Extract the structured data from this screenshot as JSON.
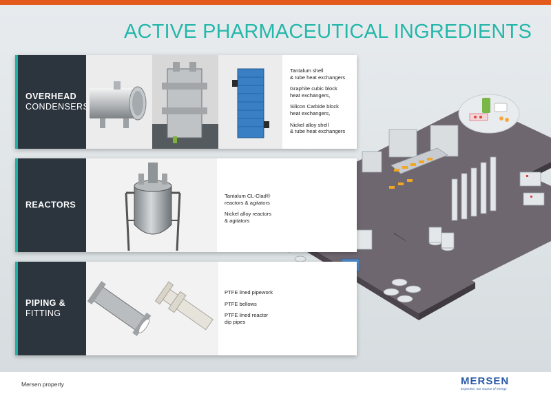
{
  "title": "ACTIVE PHARMACEUTICAL INGREDIENTS",
  "colors": {
    "accent_teal": "#24b7aa",
    "top_bar": "#e35a1c",
    "dark_panel": "#2c353d",
    "brand_blue": "#2a5aa5"
  },
  "sections": [
    {
      "label_bold": "OVERHEAD",
      "label_light": "CONDENSERS",
      "images": [
        "shell-tube-condenser-image",
        "condenser-assembly-image",
        "block-heat-exchanger-image"
      ],
      "items": [
        "Tantalum shell\n& tube heat exchangers",
        "Graphite cubic block\nheat exchangers,",
        "Silicon Carbide block\nheat exchangers,",
        "Nickel alloy shell\n& tube heat exchangers"
      ]
    },
    {
      "label_bold": "REACTORS",
      "label_light": "",
      "images": [
        "reactor-vessel-image"
      ],
      "items": [
        "Tantalum CL-Clad®\nreactors & agitators",
        "Nickel alloy reactors\n& agitators"
      ]
    },
    {
      "label_bold": "PIPING &",
      "label_light": "FITTING",
      "images": [
        "lined-pipe-image",
        "dip-pipe-image"
      ],
      "items": [
        "PTFE lined pipework",
        "PTFE bellows",
        "PTFE lined reactor\ndip pipes"
      ]
    }
  ],
  "footer": {
    "text": "Mersen property"
  },
  "logo": {
    "word": "MERSEN",
    "tagline": "Expertise, our source of energy"
  }
}
